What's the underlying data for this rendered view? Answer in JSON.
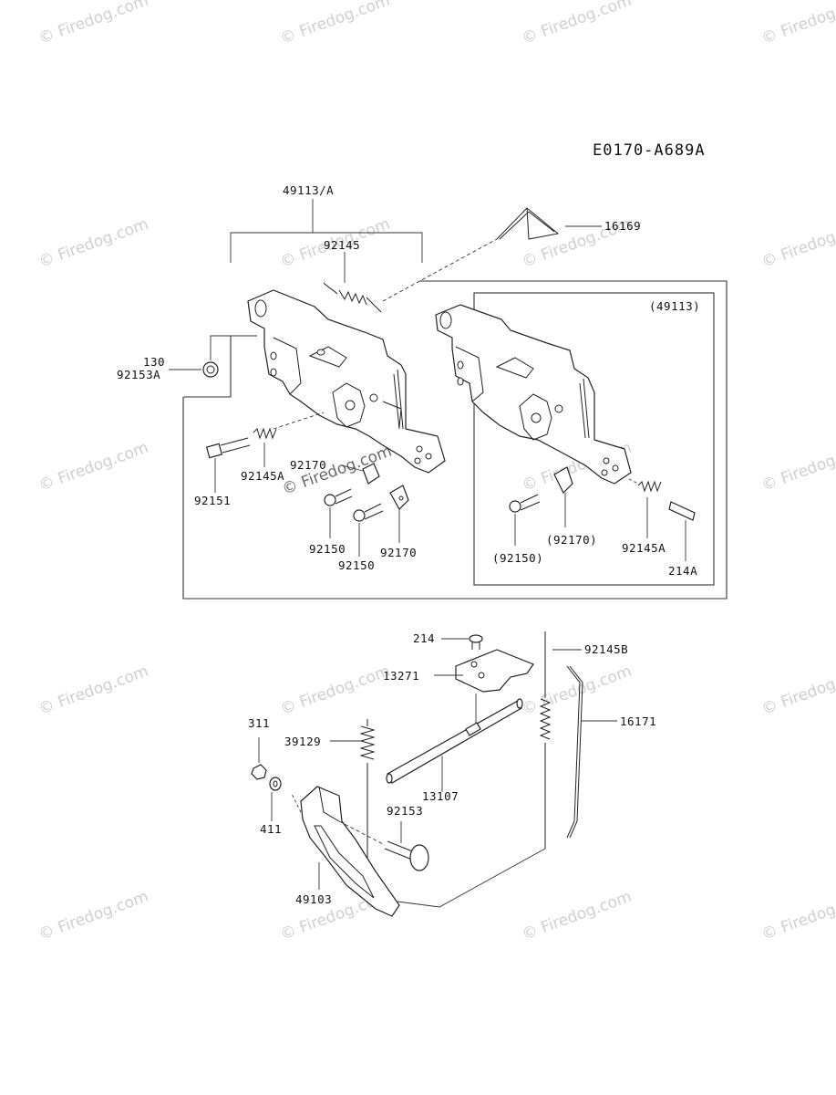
{
  "diagram_code": "E0170-A689A",
  "watermark": "© Firedog.com",
  "inset_title": "(49113)",
  "parts": {
    "p49113A": "49113/A",
    "p16169": "16169",
    "p92145": "92145",
    "p130": "130",
    "p92153A": "92153A",
    "p92145A_left": "92145A",
    "p92151": "92151",
    "p92170_left_top": "92170",
    "p92150_a": "92150",
    "p92150_b": "92150",
    "p92170_left": "92170",
    "p92170_inset": "(92170)",
    "p92150_inset": "(92150)",
    "p92145A_inset": "92145A",
    "p214A": "214A",
    "p214": "214",
    "p92145B": "92145B",
    "p13271": "13271",
    "p16171": "16171",
    "p311": "311",
    "p39129": "39129",
    "p13107": "13107",
    "p92153": "92153",
    "p411": "411",
    "p49103": "49103"
  }
}
